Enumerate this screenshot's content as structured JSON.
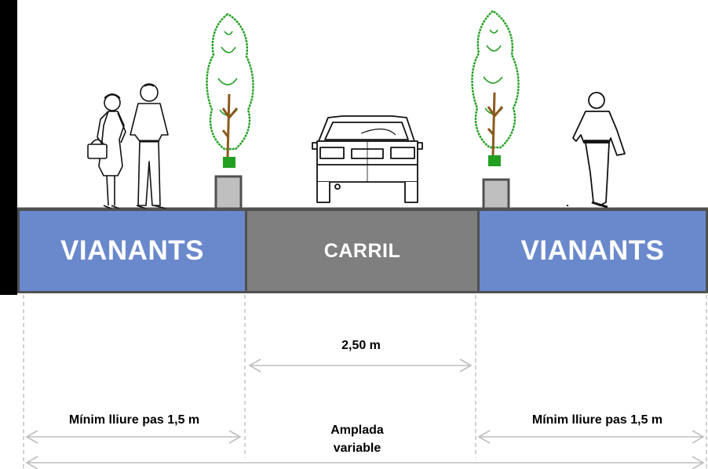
{
  "zones": {
    "left_label": "VIANANTS",
    "center_label": "CARRIL",
    "right_label": "VIANANTS"
  },
  "dimensions": {
    "lane_width": "2,50 m",
    "left_min_clear": "Mínim lliure pas 1,5 m",
    "right_min_clear": "Mínim lliure pas 1,5 m",
    "total_width_line1": "Amplada",
    "total_width_line2": "variable"
  },
  "colors": {
    "sidewalk": "#6a89cc",
    "lane": "#7f7f7f",
    "tree_green": "#22a022",
    "trunk_brown": "#8b5a1c",
    "dimension_line": "#bfbfbf"
  }
}
